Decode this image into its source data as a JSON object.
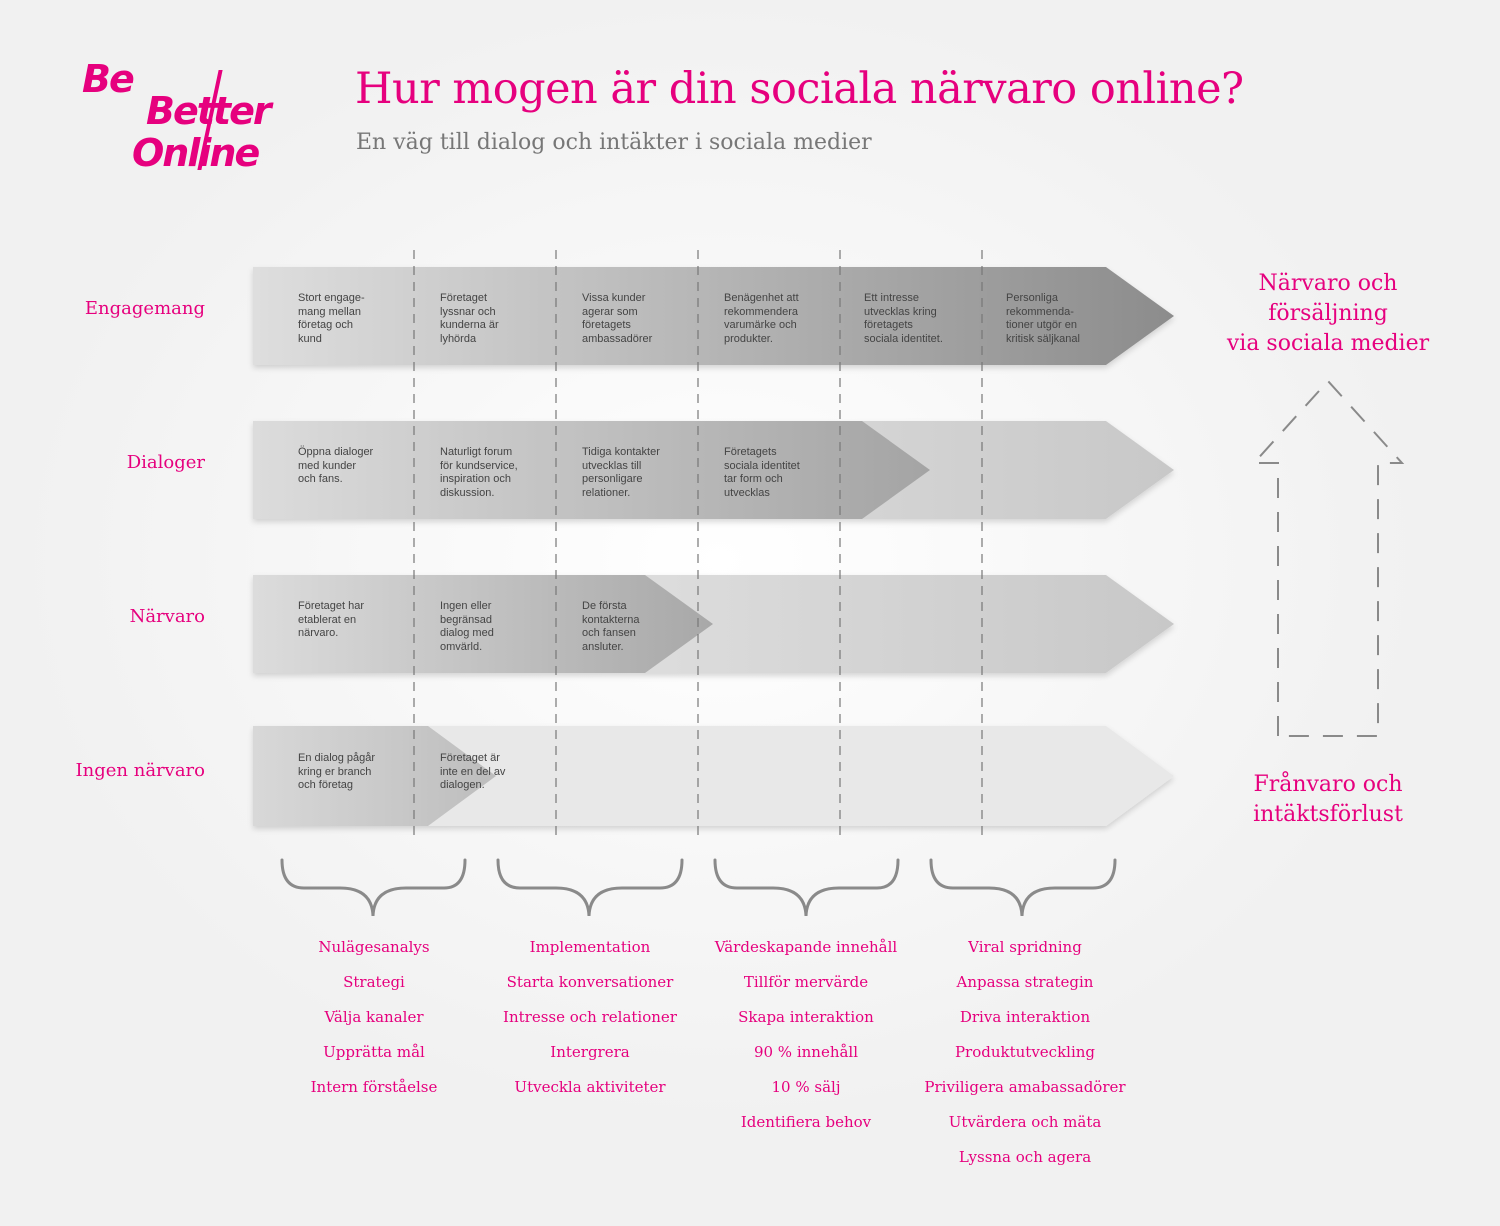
{
  "logo": {
    "line1": "Be",
    "line2": "Better",
    "line3": "Online"
  },
  "title": "Hur mogen är din sociala närvaro online?",
  "subtitle": "En väg till dialog och intäkter i sociala medier",
  "rows": [
    {
      "label": "Engagemang",
      "cells": [
        "Stort engage-\nmang mellan\nföretag och\nkund",
        "Företaget\nlyssnar och\nkunderna är\nlyhörda",
        "Vissa kunder\nagerar som\nföretagets\nambassadörer",
        "Benägenhet att\nrekommendera\nvarumärke och\nprodukter.",
        "Ett intresse\nutvecklas kring\nföretagets\nsociala identitet.",
        "Personliga\nrekommenda-\ntioner utgör en\nkritisk säljkanal"
      ]
    },
    {
      "label": "Dialoger",
      "cells": [
        "Öppna dialoger\nmed kunder\noch fans.",
        "Naturligt forum\nför kundservice,\ninspiration och\ndiskussion.",
        "Tidiga kontakter\nutvecklas till\npersonligare\nrelationer.",
        "Företagets\nsociala identitet\ntar form och\nutvecklas"
      ]
    },
    {
      "label": "Närvaro",
      "cells": [
        "Företaget har\netablerat en\nnärvaro.",
        "Ingen eller\nbegränsad\ndialog med\nomvärld.",
        "De första\nkontakterna\noch fansen\nansluter."
      ]
    },
    {
      "label": "Ingen närvaro",
      "cells": [
        "En dialog pågår\nkring er branch\noch företag",
        "Företaget är\ninte en del av\ndialogen."
      ]
    }
  ],
  "side": {
    "top": "Närvaro och\nförsäljning\nvia sociala medier",
    "bottom": "Frånvaro och\nintäktsförlust"
  },
  "columns": [
    [
      "Nulägesanalys",
      "Strategi",
      "Välja kanaler",
      "Upprätta mål",
      "Intern förståelse"
    ],
    [
      "Implementation",
      "Starta konversationer",
      "Intresse och relationer",
      "Intergrera",
      "Utveckla aktiviteter"
    ],
    [
      "Värdeskapande innehåll",
      "Tillför mervärde",
      "Skapa interaktion",
      "90 % innehåll",
      "10 % sälj",
      "Identifiera behov"
    ],
    [
      "Viral spridning",
      "Anpassa strategin",
      "Driva interaktion",
      "Produktutveckling",
      "Priviligera amabassadörer",
      "Utvärdera och mäta",
      "Lyssna och agera"
    ]
  ],
  "colors": {
    "accent": "#e6007e",
    "arrow_light": "#ececec",
    "arrow_dark": "#8f8f8f"
  },
  "icons": {
    "up_arrow": "dashed-up-arrow-icon",
    "brace": "curly-brace-icon"
  }
}
